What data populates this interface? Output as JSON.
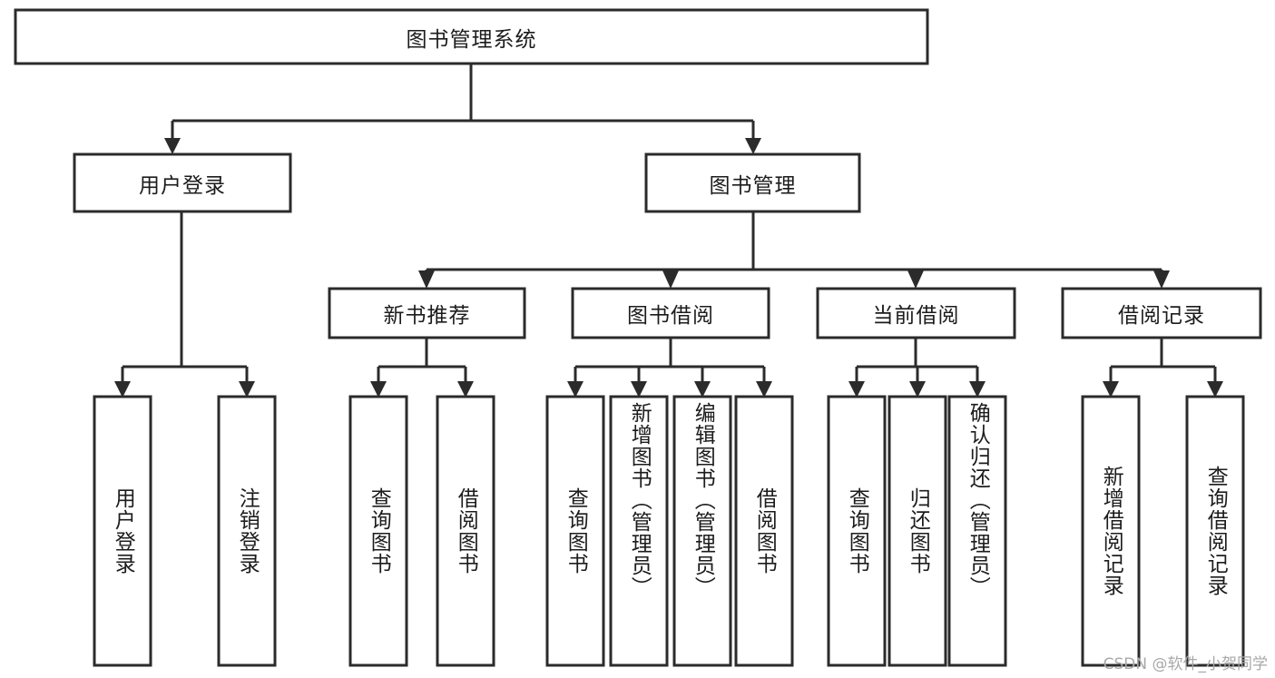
{
  "diagram": {
    "type": "tree",
    "title": "图书管理系统",
    "orientation": "top-down",
    "colors": {
      "box_stroke": "#2b2b2b",
      "box_fill": "#ffffff",
      "connector": "#2b2b2b",
      "text": "#1c1c1c",
      "background": "#ffffff",
      "watermark": "#a8a8a8"
    },
    "levels": {
      "root": {
        "label": "图书管理系统"
      },
      "level2": [
        {
          "id": "user-login",
          "label": "用户登录"
        },
        {
          "id": "book-management",
          "label": "图书管理"
        }
      ],
      "level3": [
        {
          "id": "new-book-recommend",
          "label": "新书推荐",
          "parent": "book-management"
        },
        {
          "id": "book-borrow",
          "label": "图书借阅",
          "parent": "book-management"
        },
        {
          "id": "current-borrow",
          "label": "当前借阅",
          "parent": "book-management"
        },
        {
          "id": "borrow-record",
          "label": "借阅记录",
          "parent": "book-management"
        }
      ],
      "leaves": [
        {
          "id": "leaf-user-login",
          "label": "用户登录",
          "parent": "user-login"
        },
        {
          "id": "leaf-logout",
          "label": "注销登录",
          "parent": "user-login"
        },
        {
          "id": "leaf-query-book-1",
          "label": "查询图书",
          "parent": "new-book-recommend"
        },
        {
          "id": "leaf-borrow-book-1",
          "label": "借阅图书",
          "parent": "new-book-recommend"
        },
        {
          "id": "leaf-query-book-2",
          "label": "查询图书",
          "parent": "book-borrow"
        },
        {
          "id": "leaf-add-book",
          "label": "新增图书（管理员）",
          "parent": "book-borrow"
        },
        {
          "id": "leaf-edit-book",
          "label": "编辑图书（管理员）",
          "parent": "book-borrow"
        },
        {
          "id": "leaf-borrow-book-2",
          "label": "借阅图书",
          "parent": "book-borrow"
        },
        {
          "id": "leaf-query-book-3",
          "label": "查询图书",
          "parent": "current-borrow"
        },
        {
          "id": "leaf-return-book",
          "label": "归还图书",
          "parent": "current-borrow"
        },
        {
          "id": "leaf-confirm-return",
          "label": "确认归还（管理员）",
          "parent": "current-borrow"
        },
        {
          "id": "leaf-add-record",
          "label": "新增借阅记录",
          "parent": "borrow-record"
        },
        {
          "id": "leaf-query-record",
          "label": "查询借阅记录",
          "parent": "borrow-record"
        }
      ]
    }
  },
  "watermark": {
    "text": "CSDN @软件_小贺同学"
  }
}
